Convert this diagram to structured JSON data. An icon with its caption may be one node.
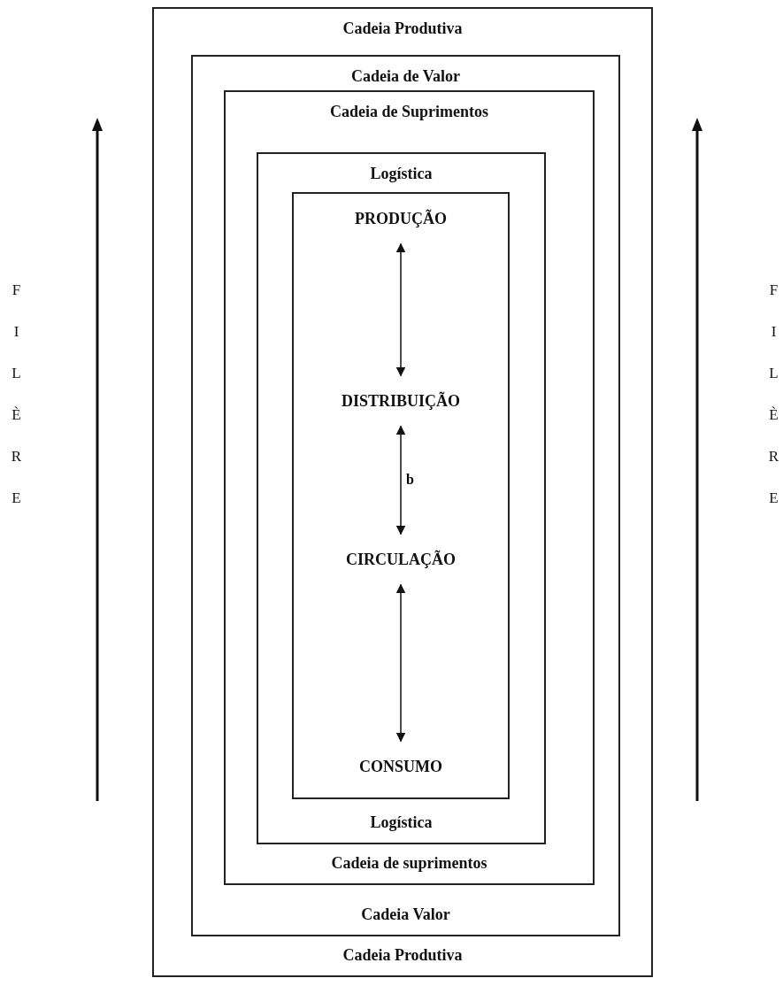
{
  "diagram": {
    "nodes": [
      {
        "text": [
          "Cadeia Produtiva",
          "Cadeia Produtiva"
        ]
      },
      {
        "text": [
          "Cadeia de Valor",
          "Cadeia Valor"
        ],
        "in": 0
      },
      {
        "text": [
          "Cadeia de Suprimentos",
          "Cadeia de suprimentos"
        ],
        "in": 1
      },
      {
        "text": [
          "Logística",
          "Logística"
        ],
        "in": 2
      },
      {
        "text": [],
        "shape": "box",
        "in": 3
      },
      {
        "text": [
          "PRODUÇÃO"
        ],
        "in": 4
      },
      {
        "text": [
          "DISTRIBUIÇÃO"
        ],
        "in": 4
      },
      {
        "text": [
          "CIRCULAÇÃO"
        ],
        "in": 4
      },
      {
        "text": [
          "CONSUMO"
        ],
        "in": 4
      }
    ],
    "edges": [
      {
        "from": 5,
        "to": 6,
        "arrow": "both"
      },
      {
        "from": 6,
        "to": 7,
        "arrow": "both",
        "label": "b"
      },
      {
        "from": 7,
        "to": 8,
        "arrow": "both"
      }
    ],
    "labels": [
      "FILÈRE",
      "FILÈRE"
    ]
  }
}
